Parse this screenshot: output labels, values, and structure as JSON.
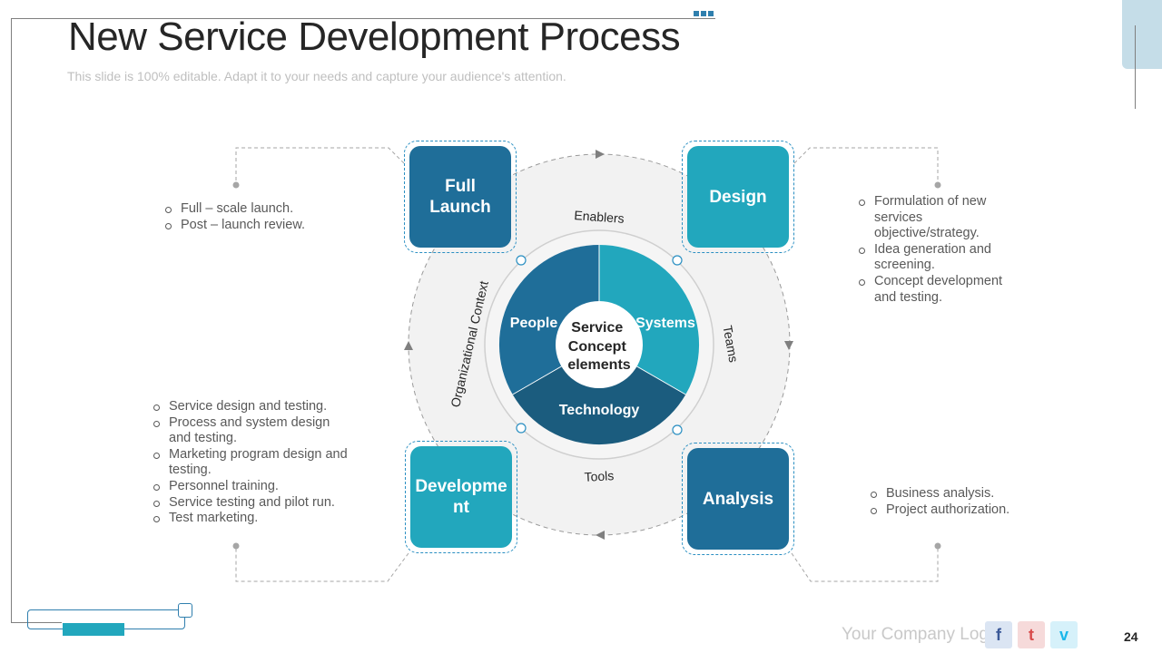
{
  "header": {
    "title": "New Service Development Process",
    "subtitle": "This slide is 100% editable. Adapt it to your needs and capture your audience's attention."
  },
  "diagram": {
    "center_label": [
      "Service",
      "Concept",
      "elements"
    ],
    "segments": [
      {
        "label": "People",
        "color": "#1f6e99"
      },
      {
        "label": "Systems",
        "color": "#22a7bd"
      },
      {
        "label": "Technology",
        "color": "#1b5c7e"
      }
    ],
    "ring_labels": {
      "top": "Enablers",
      "right": "Teams",
      "bottom": "Tools",
      "left": "Organizational Context"
    },
    "stages": {
      "full_launch": "Full Launch",
      "design": "Design",
      "development": "Developme nt",
      "analysis": "Analysis"
    },
    "details": {
      "full_launch": [
        "Full – scale launch.",
        "Post – launch review."
      ],
      "design": [
        "Formulation of new services objective/strategy.",
        "Idea generation and screening.",
        "Concept development and testing."
      ],
      "development": [
        "Service design and testing.",
        "Process and system design and testing.",
        "Marketing program design and testing.",
        "Personnel training.",
        "Service testing and pilot run.",
        "Test marketing."
      ],
      "analysis": [
        "Business analysis.",
        "Project authorization."
      ]
    }
  },
  "footer": {
    "logo_text": "Your Company Logo",
    "social": [
      {
        "icon": "facebook-icon",
        "glyph": "f",
        "color": "#3b5998",
        "bg": "#dbe5f3"
      },
      {
        "icon": "twitter-icon",
        "glyph": "t",
        "color": "#d84b4b",
        "bg": "#f6dada"
      },
      {
        "icon": "vimeo-icon",
        "glyph": "v",
        "color": "#1ab7ea",
        "bg": "#d6f1fa"
      }
    ],
    "page_number": "24"
  },
  "colors": {
    "dark_blue": "#1f6e99",
    "teal": "#22a7bd",
    "navy": "#1b5c7e",
    "ring": "#f2f2f2"
  }
}
